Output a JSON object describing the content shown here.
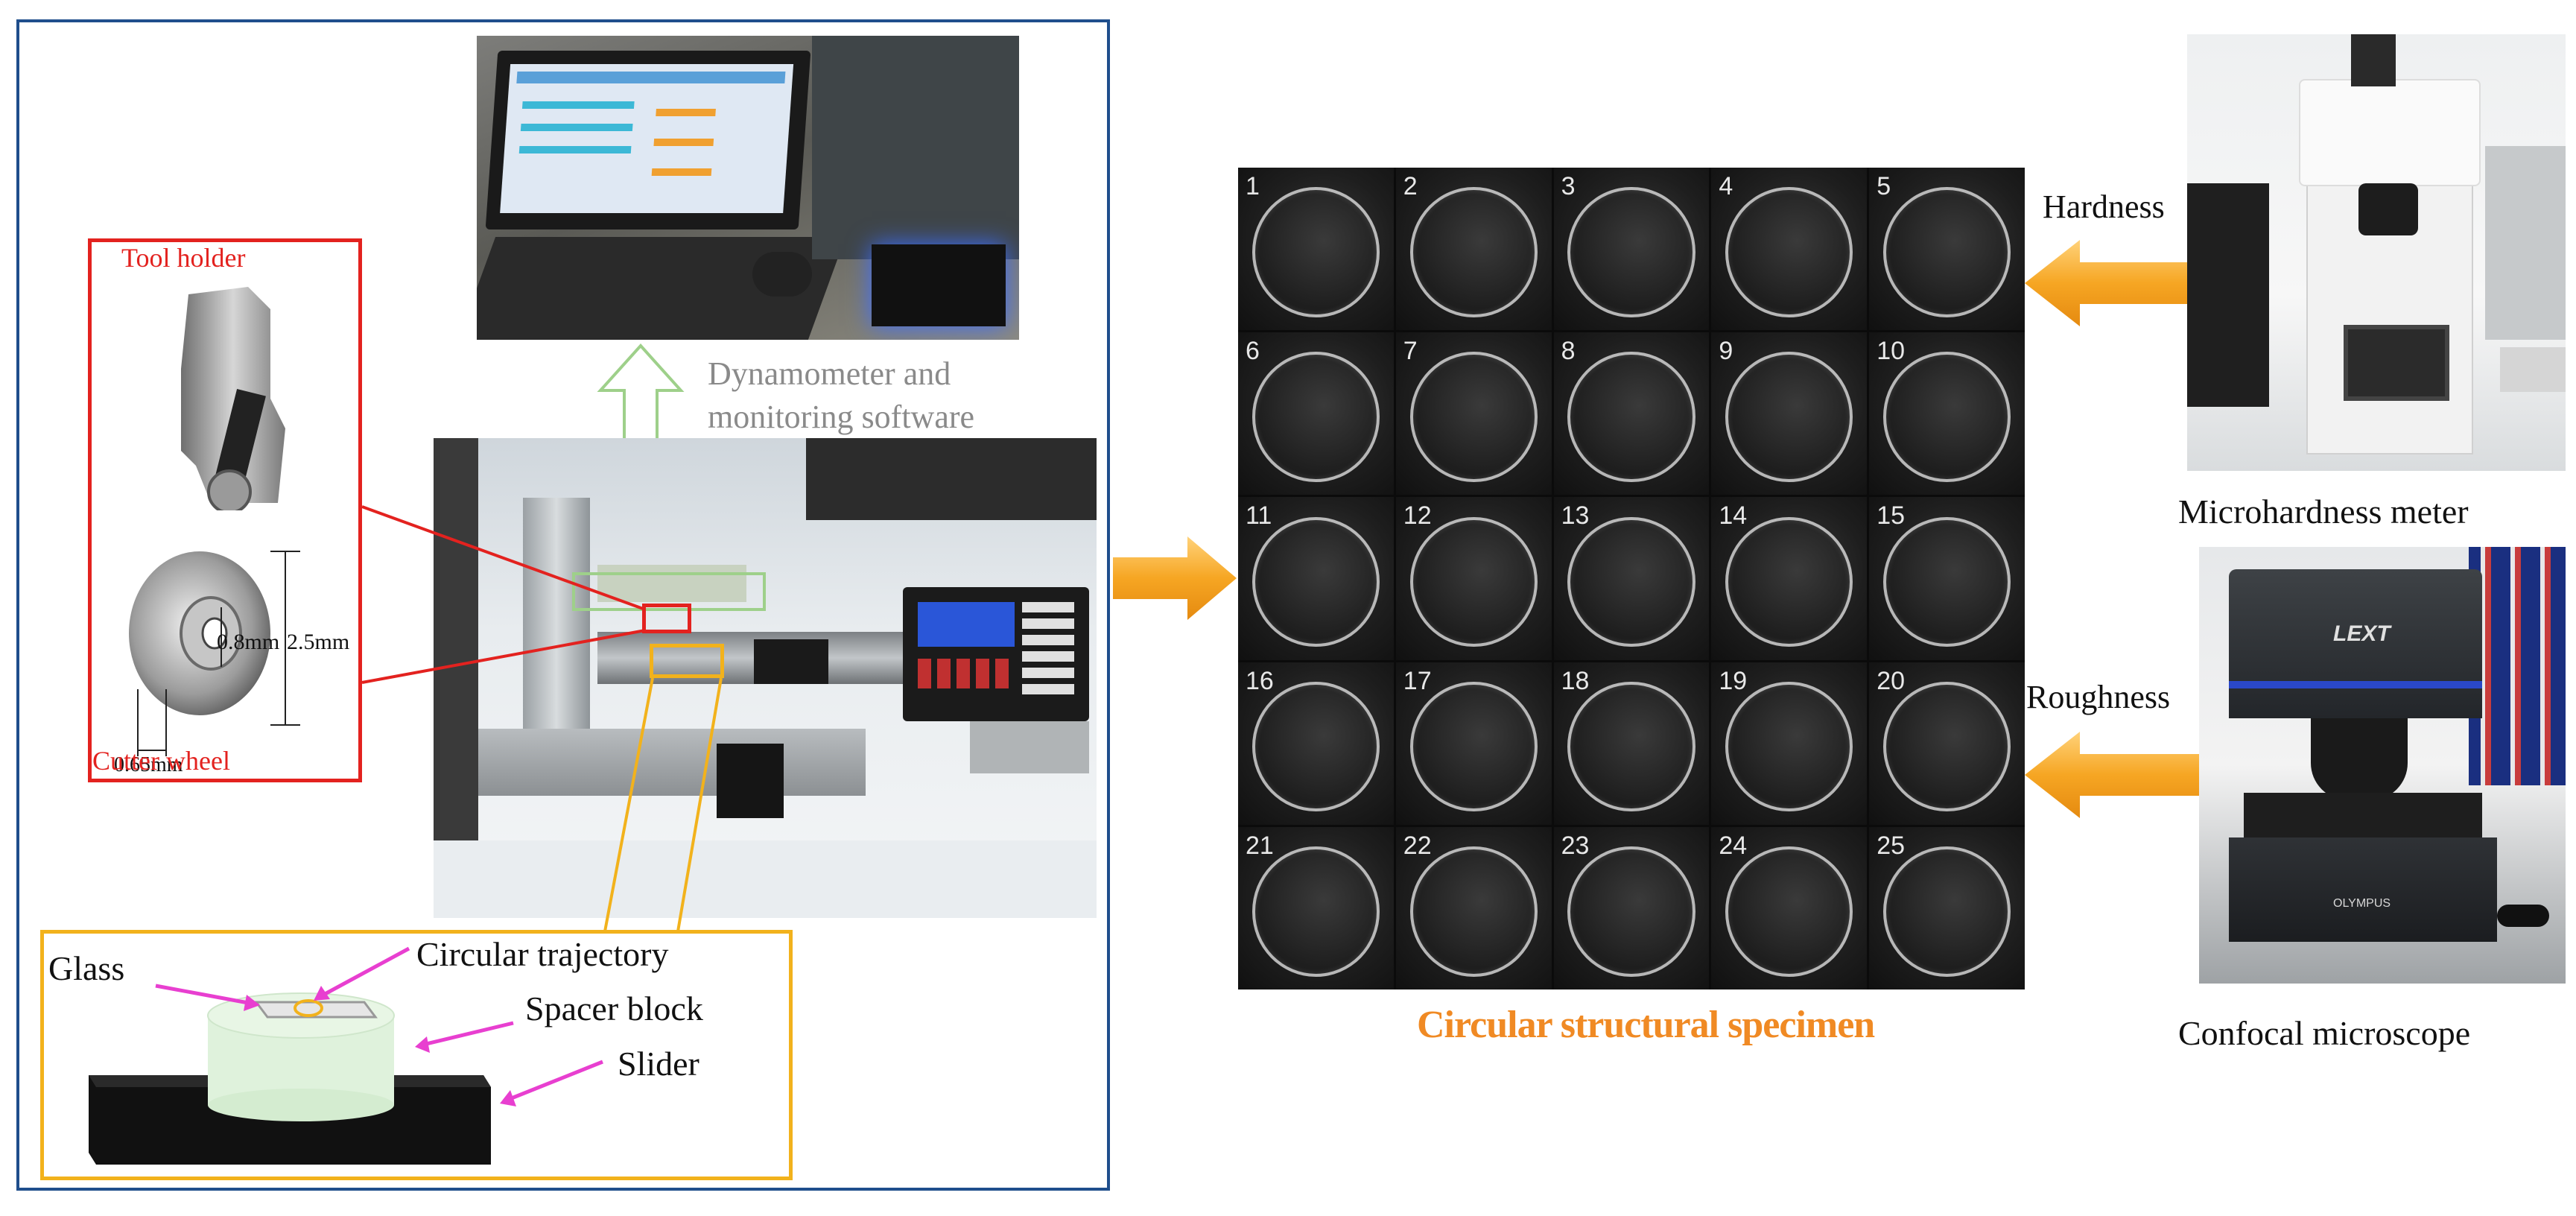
{
  "left_panel": {
    "tool_holder_label": "Tool holder",
    "cutter_wheel_label": "Cutter wheel",
    "dim_0_8": "0.8mm",
    "dim_2_5": "2.5mm",
    "dim_0_65": "0.65mm",
    "dynamometer_label_line1": "Dynamometer and",
    "dynamometer_label_line2": "monitoring software",
    "glass_label": "Glass",
    "circular_trajectory_label": "Circular trajectory",
    "spacer_block_label": "Spacer block",
    "slider_label": "Slider"
  },
  "specimen_grid": {
    "numbers": [
      "1",
      "2",
      "3",
      "4",
      "5",
      "6",
      "7",
      "8",
      "9",
      "10",
      "11",
      "12",
      "13",
      "14",
      "15",
      "16",
      "17",
      "18",
      "19",
      "20",
      "21",
      "22",
      "23",
      "24",
      "25"
    ],
    "caption": "Circular structural specimen"
  },
  "right_panel": {
    "hardness_label": "Hardness",
    "microhardness_label": "Microhardness meter",
    "roughness_label": "Roughness",
    "confocal_label": "Confocal microscope",
    "lext_logo": "LEXT",
    "olympus_logo": "OLYMPUS"
  },
  "colors": {
    "frame_blue": "#1f4e8c",
    "red": "#e3221f",
    "yellow": "#f2b21c",
    "magenta": "#e83fd0",
    "green_arrow": "#9ed08a",
    "orange_arrow": "#f6a623",
    "caption_orange": "#f08a24"
  }
}
